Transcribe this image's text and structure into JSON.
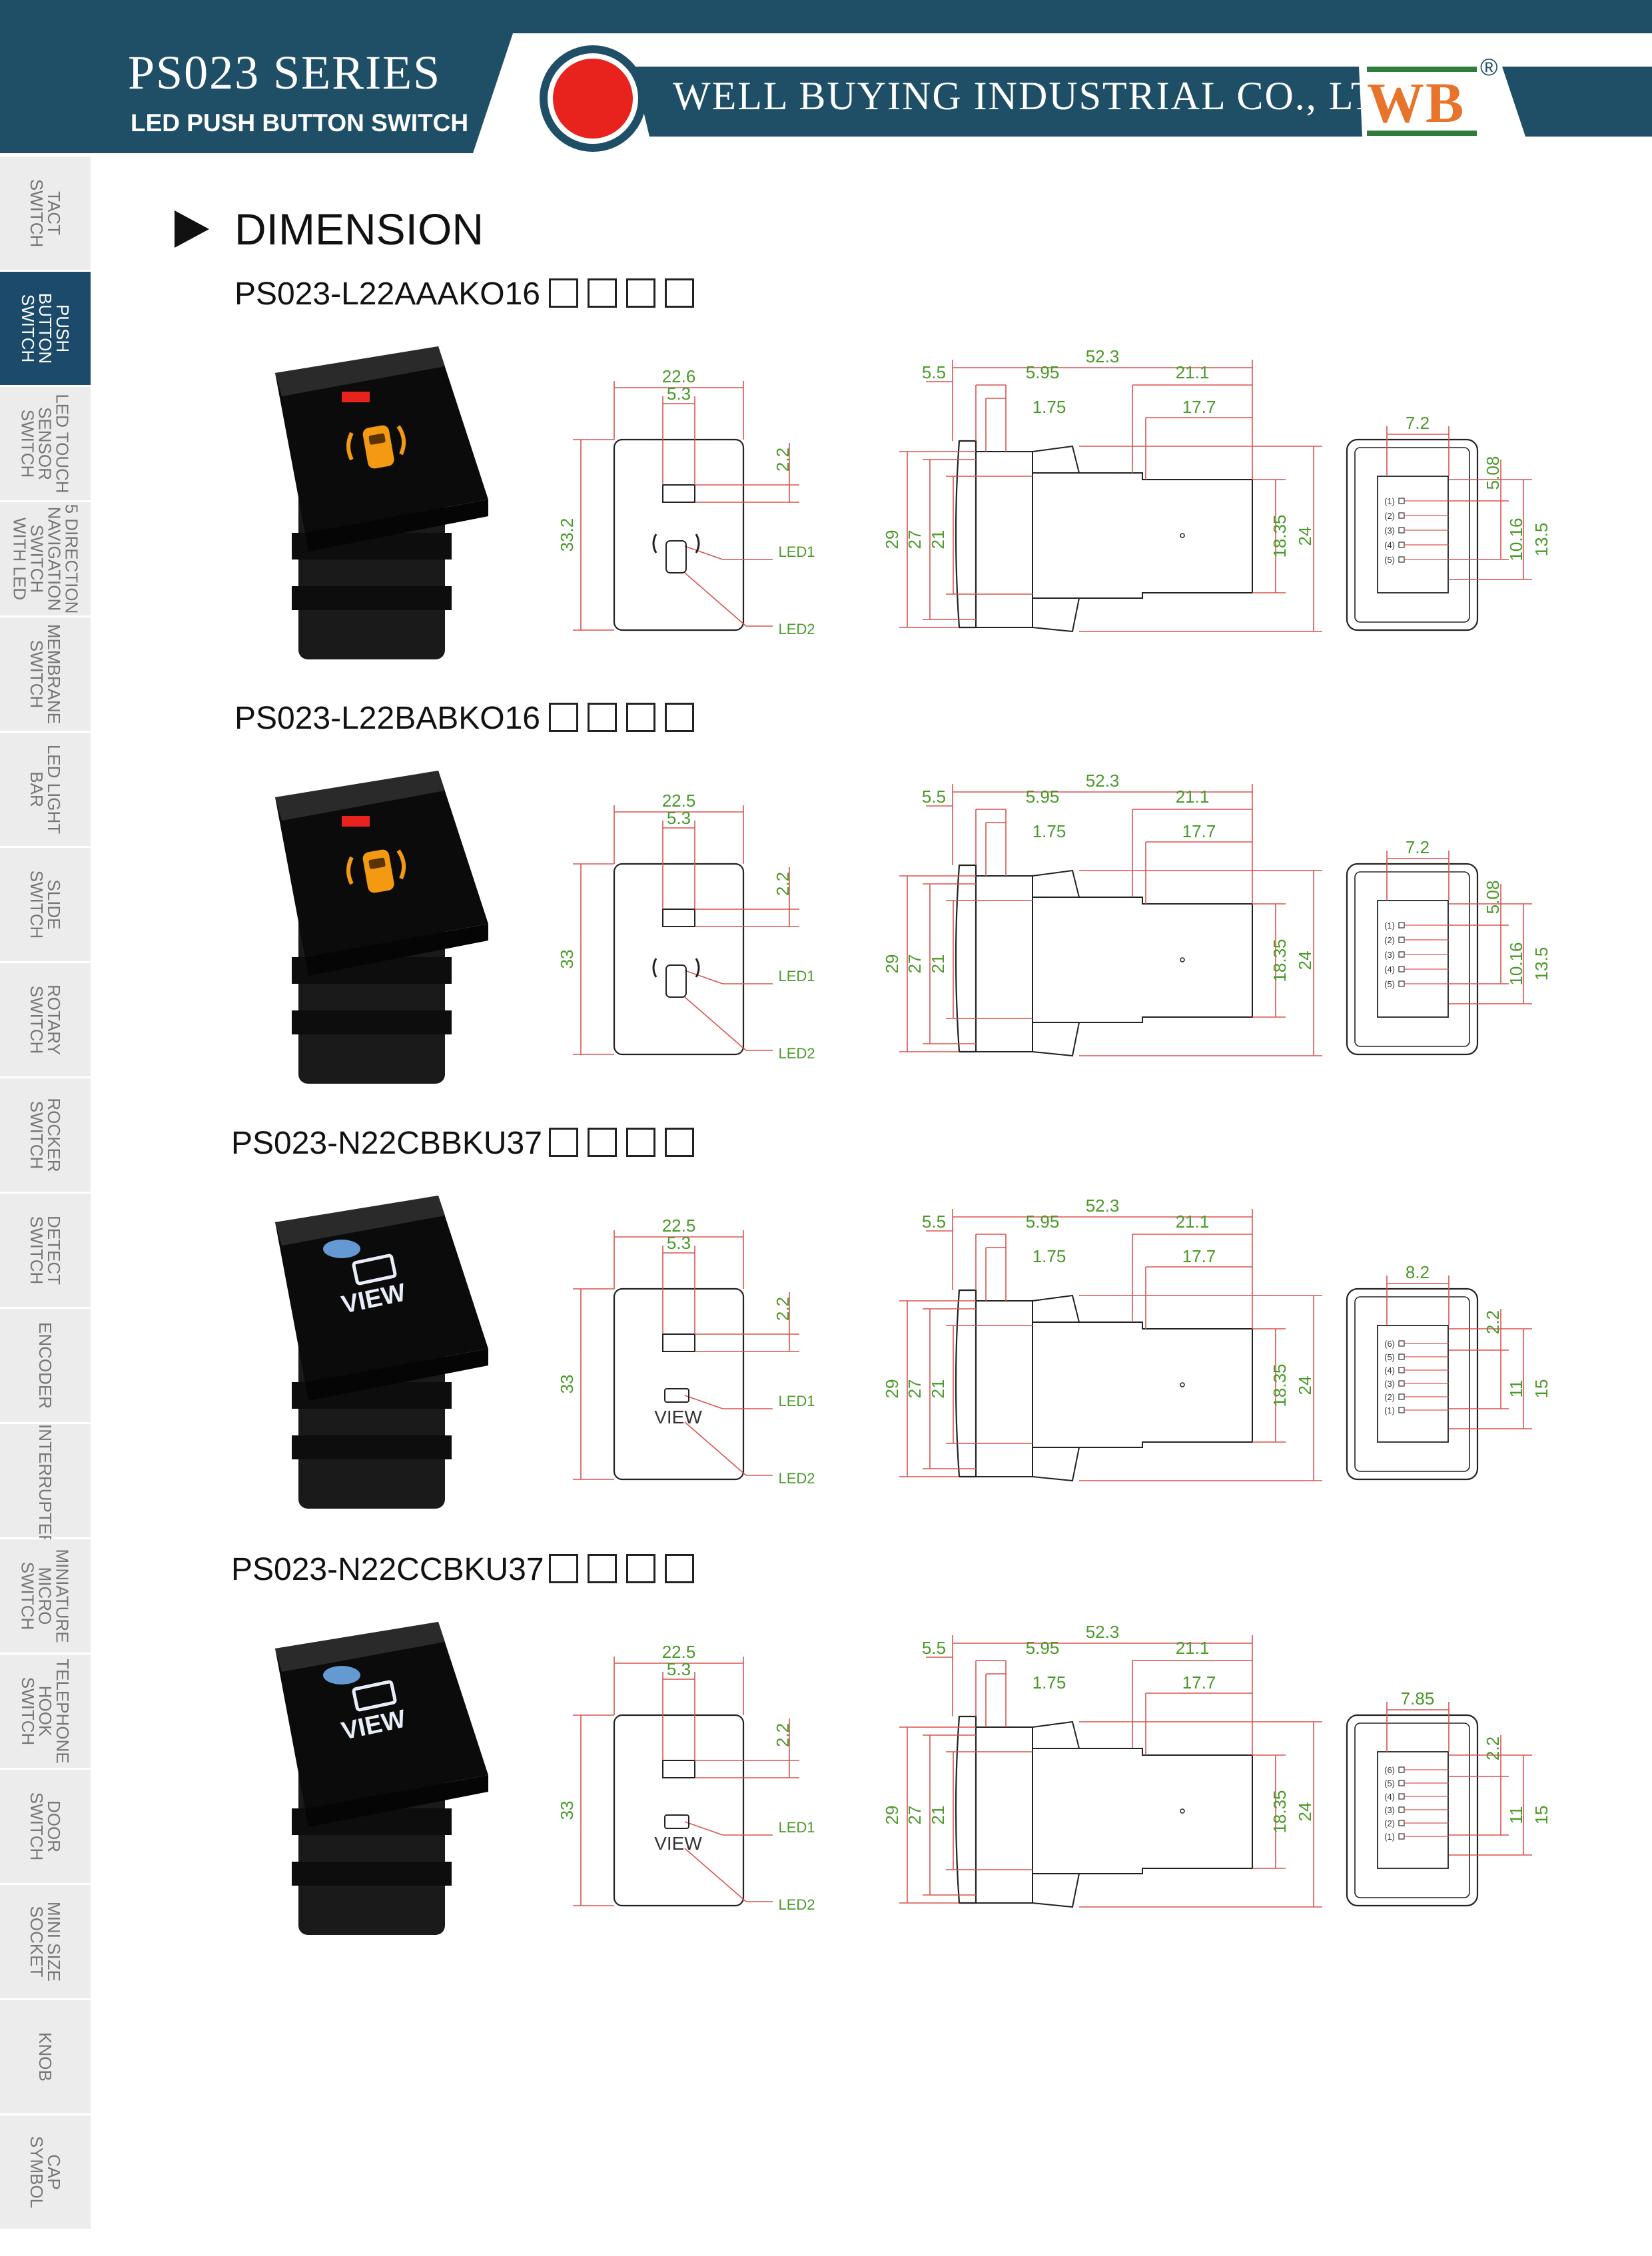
{
  "header": {
    "series_title": "PS023 SERIES",
    "series_subtitle": "LED PUSH BUTTON SWITCH",
    "company": "WELL BUYING INDUSTRIAL CO., LTD",
    "logo": "WB",
    "registered": "®",
    "colors": {
      "band": "#1e4f66",
      "logo_orange": "#e8742c",
      "red_dot": "#e8231e"
    }
  },
  "sidebar": {
    "active_index": 1,
    "items": [
      {
        "label": "TACT\nSWITCH"
      },
      {
        "label": "PUSH\nBUTTON\nSWITCH"
      },
      {
        "label": "LED TOUCH\nSENSOR\nSWITCH"
      },
      {
        "label": "5 DIRECTION\nNAVIGATION\nSWITCH\nWITH LED"
      },
      {
        "label": "MEMBRANE\nSWITCH"
      },
      {
        "label": "LED LIGHT\nBAR"
      },
      {
        "label": "SLIDE\nSWITCH"
      },
      {
        "label": "ROTARY\nSWITCH"
      },
      {
        "label": "ROCKER\nSWITCH"
      },
      {
        "label": "DETECT\nSWITCH"
      },
      {
        "label": "ENCODER"
      },
      {
        "label": "INTERRUPTER"
      },
      {
        "label": "MINIATURE\nMICRO\nSWITCH"
      },
      {
        "label": "TELEPHONE\nHOOK\nSWITCH"
      },
      {
        "label": "DOOR\nSWITCH"
      },
      {
        "label": "MINI SIZE\nSOCKET"
      },
      {
        "label": "KNOB"
      },
      {
        "label": "CAP\nSYMBOL"
      }
    ]
  },
  "section": {
    "title": "DIMENSION"
  },
  "parts": [
    {
      "name": "PS023-L22AAAKO16",
      "icon": "car-sensor-icon",
      "led_color": "#f39a12",
      "front": {
        "width": "22.6",
        "led_offset": "5.3",
        "gap": "2.2",
        "height": "33.2",
        "led1": "LED1",
        "led2": "LED2"
      },
      "side": {
        "total": "52.3",
        "d1": "5.5",
        "d2": "5.95",
        "d3": "21.1",
        "d4": "1.75",
        "d5": "17.7",
        "h1": "29",
        "h2": "27",
        "h3": "21",
        "h4": "18.35",
        "h5": "24"
      },
      "back": {
        "top": "7.2",
        "a": "5.08",
        "b": "10.16",
        "c": "13.5",
        "pins": [
          "(1)",
          "(2)",
          "(3)",
          "(4)",
          "(5)"
        ]
      }
    },
    {
      "name": "PS023-L22BABKO16",
      "icon": "car-sensor-icon",
      "led_color": "#f39a12",
      "front": {
        "width": "22.5",
        "led_offset": "5.3",
        "gap": "2.2",
        "height": "33",
        "led1": "LED1",
        "led2": "LED2"
      },
      "side": {
        "total": "52.3",
        "d1": "5.5",
        "d2": "5.95",
        "d3": "21.1",
        "d4": "1.75",
        "d5": "17.7",
        "h1": "29",
        "h2": "27",
        "h3": "21",
        "h4": "18.35",
        "h5": "24"
      },
      "back": {
        "top": "7.2",
        "a": "5.08",
        "b": "10.16",
        "c": "13.5",
        "pins": [
          "(1)",
          "(2)",
          "(3)",
          "(4)",
          "(5)"
        ]
      }
    },
    {
      "name": "PS023-N22CBBKU37",
      "icon": "view-camera-icon",
      "led_color": "#e8eef8",
      "view_text": "VIEW",
      "front": {
        "width": "22.5",
        "led_offset": "5.3",
        "gap": "2.2",
        "height": "33",
        "led1": "LED1",
        "led2": "LED2"
      },
      "side": {
        "total": "52.3",
        "d1": "5.5",
        "d2": "5.95",
        "d3": "21.1",
        "d4": "1.75",
        "d5": "17.7",
        "h1": "29",
        "h2": "27",
        "h3": "21",
        "h4": "18.35",
        "h5": "24"
      },
      "back": {
        "top": "8.2",
        "a": "2.2",
        "b": "11",
        "c": "15",
        "pins": [
          "(6)",
          "(5)",
          "(4)",
          "(3)",
          "(2)",
          "(1)"
        ]
      }
    },
    {
      "name": "PS023-N22CCBKU37",
      "icon": "view-camera-icon",
      "led_color": "#e8eef8",
      "view_text": "VIEW",
      "front": {
        "width": "22.5",
        "led_offset": "5.3",
        "gap": "2.2",
        "height": "33",
        "led1": "LED1",
        "led2": "LED2"
      },
      "side": {
        "total": "52.3",
        "d1": "5.5",
        "d2": "5.95",
        "d3": "21.1",
        "d4": "1.75",
        "d5": "17.7",
        "h1": "29",
        "h2": "27",
        "h3": "21",
        "h4": "18.35",
        "h5": "24"
      },
      "back": {
        "top": "7.85",
        "a": "2.2",
        "b": "11",
        "c": "15",
        "pins": [
          "(6)",
          "(5)",
          "(4)",
          "(3)",
          "(2)",
          "(1)"
        ]
      }
    }
  ]
}
